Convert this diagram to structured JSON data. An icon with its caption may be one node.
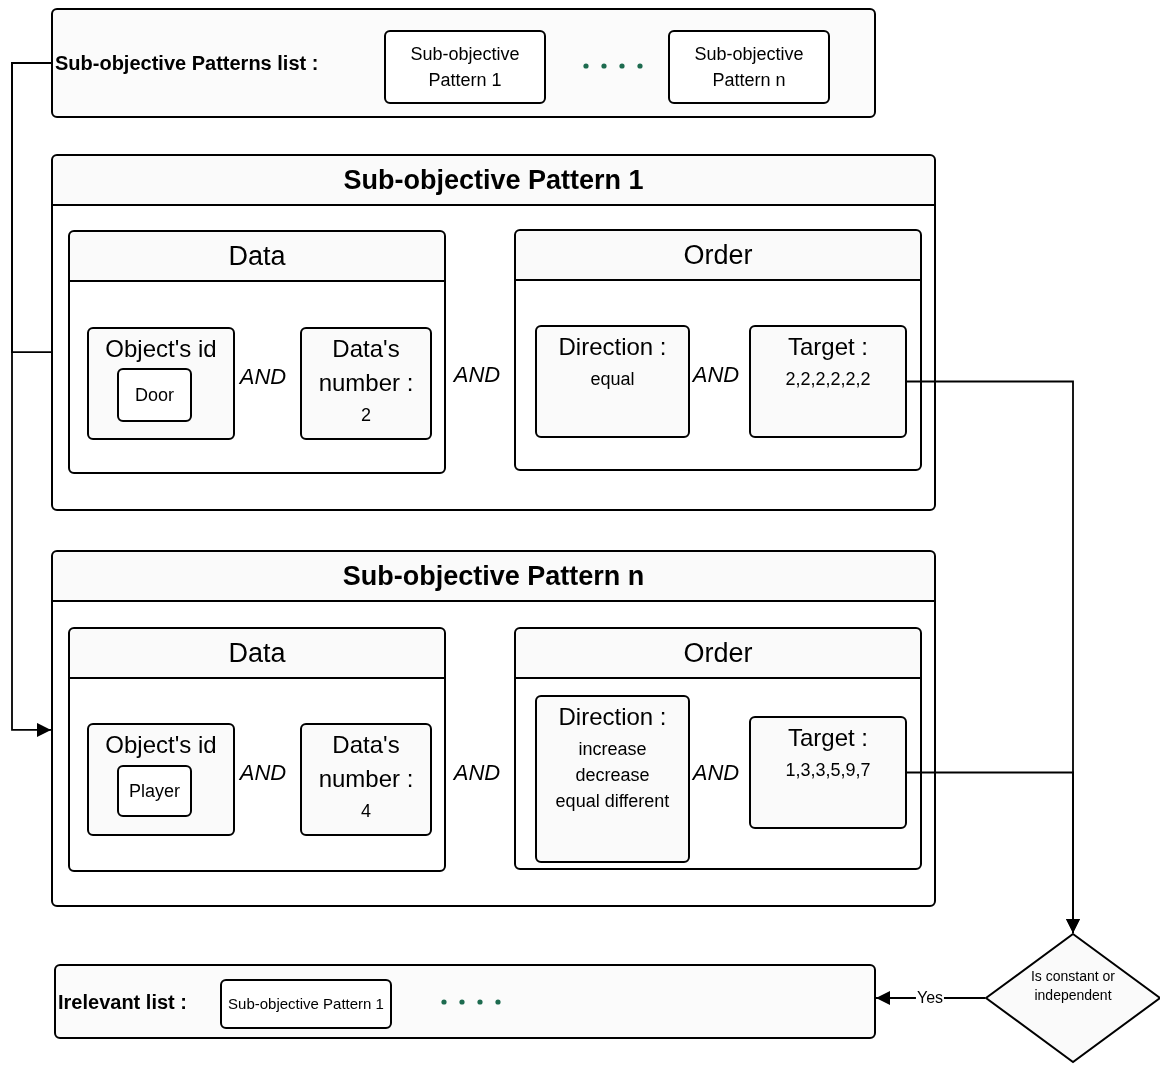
{
  "diagram": {
    "nodes": [
      {
        "text": [
          "Sub-objective Patterns list :"
        ]
      },
      {
        "text": [
          "Sub-objective Pattern 1"
        ],
        "in": 0
      },
      {
        "text": [
          "Sub-objective Pattern n"
        ],
        "in": 0
      },
      {
        "text": [
          "Sub-objective Pattern 1"
        ]
      },
      {
        "text": [
          "Data"
        ],
        "in": 3
      },
      {
        "text": [
          "Object's id"
        ],
        "in": 4
      },
      {
        "text": [
          "Door"
        ],
        "in": 5
      },
      {
        "text": [
          "Data's number :",
          "2"
        ],
        "in": 4
      },
      {
        "text": [
          "Order"
        ],
        "in": 3
      },
      {
        "text": [
          "Direction :",
          "equal"
        ],
        "in": 8
      },
      {
        "text": [
          "Target :",
          "2,2,2,2,2,2"
        ],
        "in": 8
      },
      {
        "text": [
          "Sub-objective Pattern n"
        ]
      },
      {
        "text": [
          "Data"
        ],
        "in": 11
      },
      {
        "text": [
          "Object's id"
        ],
        "in": 12
      },
      {
        "text": [
          "Player"
        ],
        "in": 13
      },
      {
        "text": [
          "Data's number :",
          "4"
        ],
        "in": 12
      },
      {
        "text": [
          "Order"
        ],
        "in": 11
      },
      {
        "text": [
          "Direction :",
          "increase decrease equal different"
        ],
        "in": 16
      },
      {
        "text": [
          "Target :",
          "1,3,3,5,9,7"
        ],
        "in": 16
      },
      {
        "text": [
          "Is constant or independent"
        ]
      },
      {
        "text": [
          "Irelevant list :"
        ]
      },
      {
        "text": [
          "Sub-objective Pattern 1"
        ],
        "in": 20
      }
    ],
    "edges": [
      {
        "from": 0,
        "to": 3,
        "arrow": "none"
      },
      {
        "from": 0,
        "to": 11,
        "arrow": "to"
      },
      {
        "from": 10,
        "to": 19,
        "arrow": "to"
      },
      {
        "from": 18,
        "to": 19,
        "arrow": "to"
      },
      {
        "from": 19,
        "to": 20,
        "arrow": "to",
        "label": "Yes"
      }
    ],
    "labels": [
      "AND",
      "AND",
      "AND",
      "AND",
      "AND",
      "AND"
    ]
  }
}
